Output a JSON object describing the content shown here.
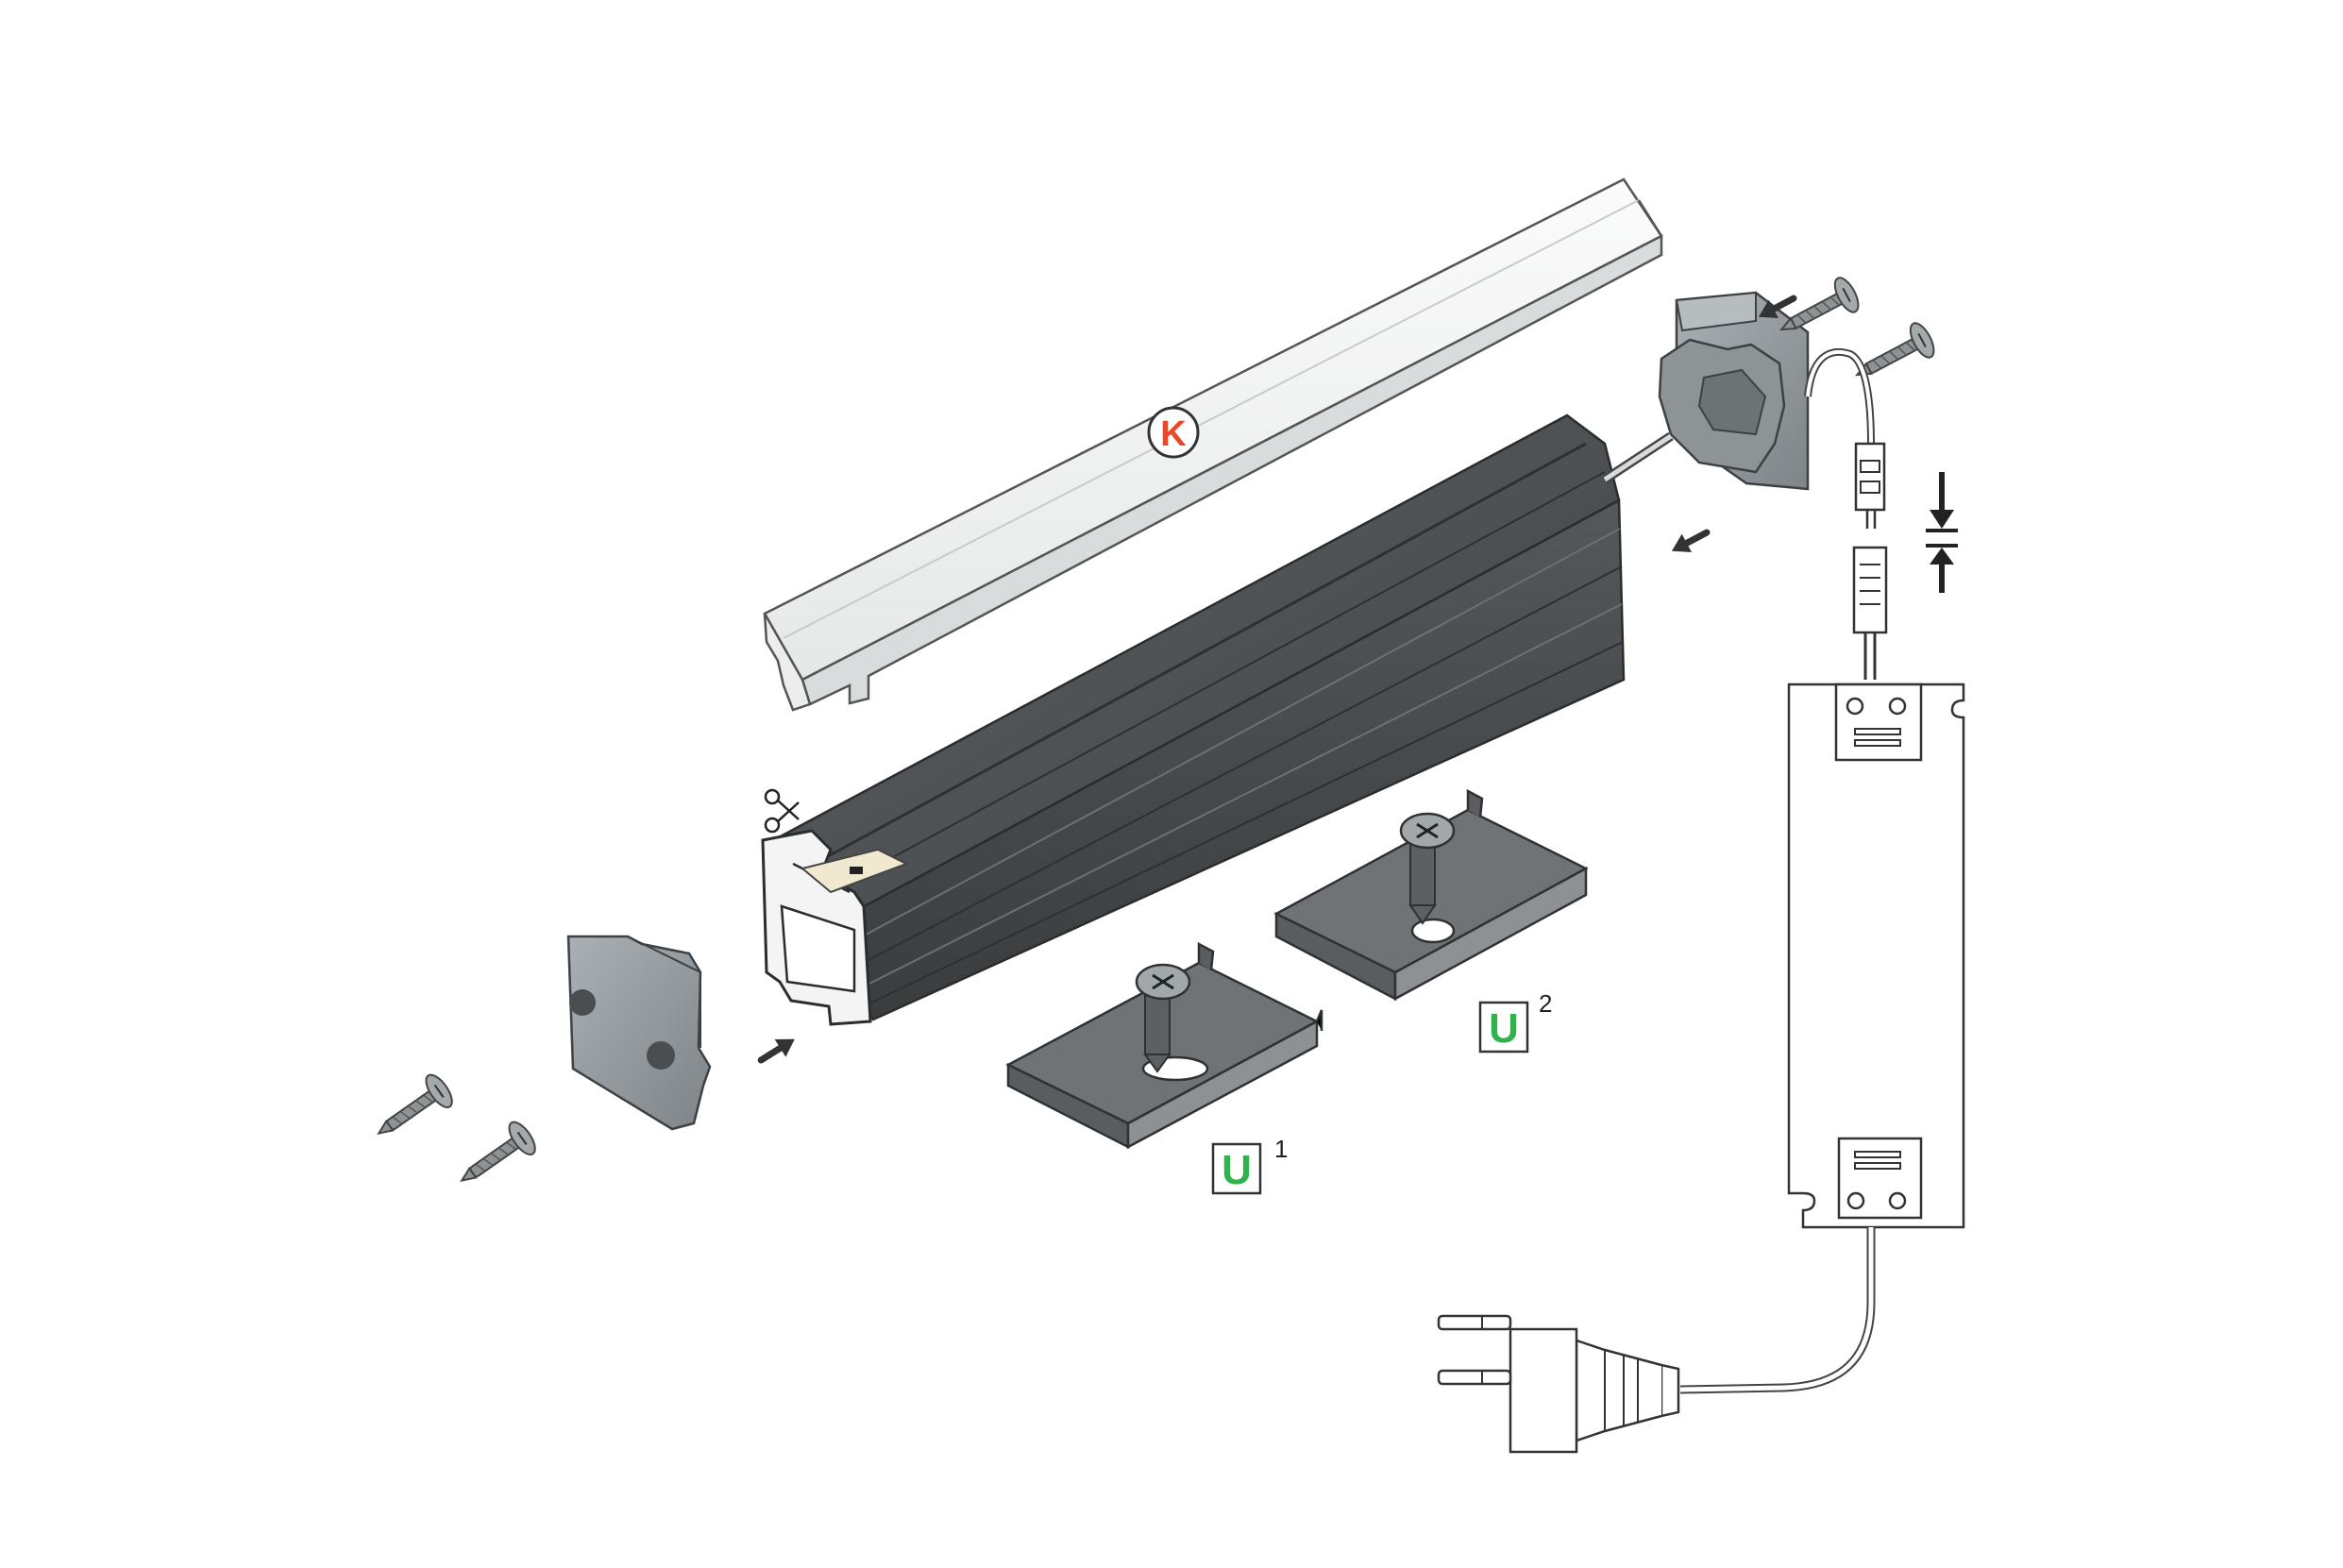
{
  "labels": {
    "cover": "K",
    "clip_1": "U",
    "clip_1_index": "1",
    "clip_2": "U",
    "clip_2_index": "2"
  },
  "colors": {
    "cover_label": "#e8492b",
    "clip_label": "#2fb34a",
    "profile_dark": "#4a4d4f",
    "profile_mid": "#6b6e70",
    "part_gray": "#8e9396",
    "line": "#333333",
    "diffuser": "#f2f3f3"
  },
  "icons": [
    "scissors-icon",
    "arrow-icon",
    "screw-icon",
    "plug-icon",
    "connector-icon"
  ]
}
